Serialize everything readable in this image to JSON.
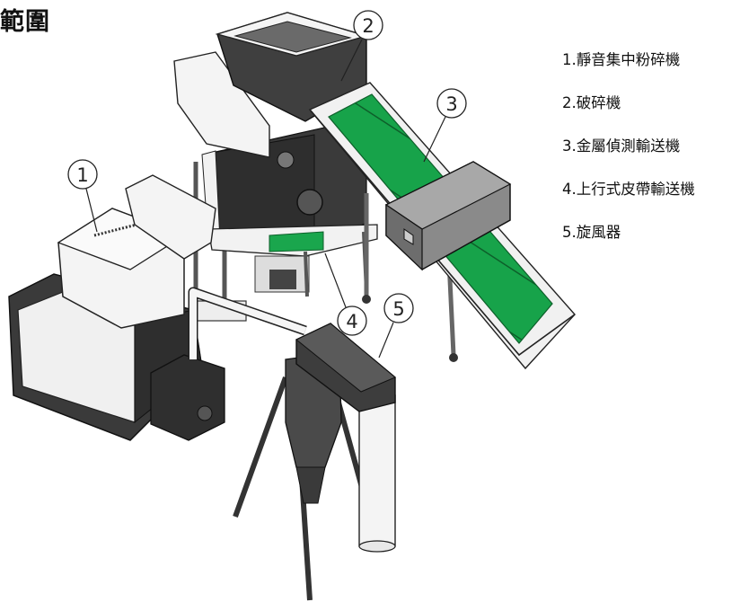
{
  "title": "範圍",
  "legend": [
    {
      "label": "1.靜音集中粉碎機"
    },
    {
      "label": "2.破碎機"
    },
    {
      "label": "3.金屬偵測輸送機"
    },
    {
      "label": "4.上行式皮帶輸送機"
    },
    {
      "label": "5.旋風器"
    }
  ],
  "callouts": [
    "1",
    "2",
    "3",
    "4",
    "5"
  ],
  "colors": {
    "belt_green": "#17a34a",
    "machine_dark": "#3a3a3a",
    "machine_light": "#f2f2f2",
    "line": "#222222"
  }
}
